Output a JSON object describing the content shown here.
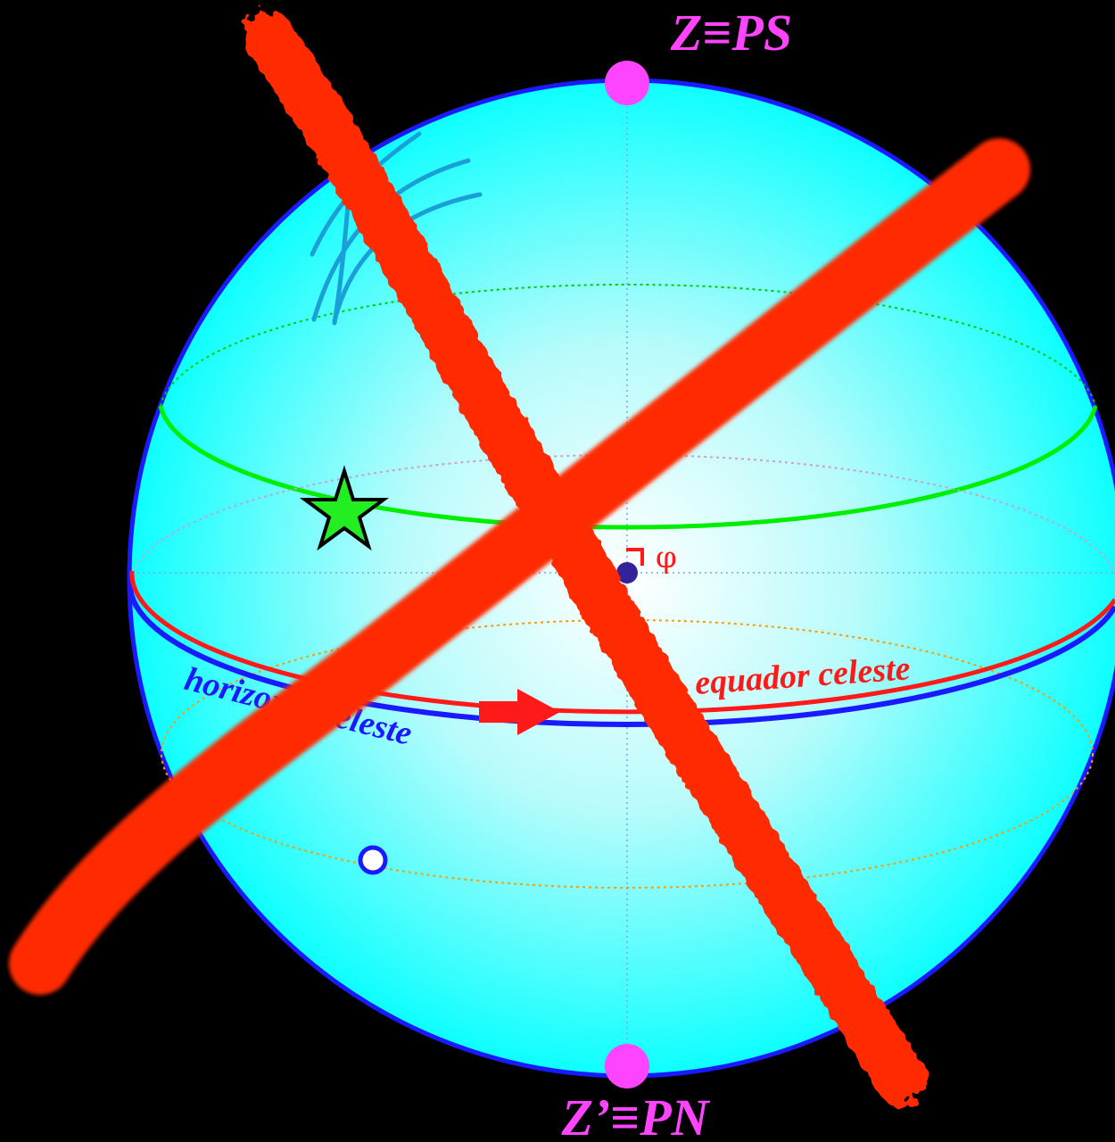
{
  "labels": {
    "top_pole": "Z≡PS",
    "bottom_pole": "Z’≡PN",
    "equator": "equador celeste",
    "horizon": "horizonte celeste",
    "phi": "φ"
  },
  "colors": {
    "background": "#000000",
    "sphere_fill": "#00ffff",
    "sphere_outline": "#1a1aff",
    "pole_dot": "#ff44ff",
    "pole_text": "#ff44ff",
    "equator": "#ff1a1a",
    "horizon": "#1a1aff",
    "parallel_upper": "#00ee00",
    "parallel_lower": "#ff9900",
    "star_fill": "#22ee22",
    "center_dot": "#332299",
    "cross_out": "#ff2a00",
    "scribble": "#1a9fd6"
  },
  "icons": {
    "star": "star-icon",
    "arrow": "right-arrow-icon",
    "right_angle": "right-angle-icon"
  }
}
